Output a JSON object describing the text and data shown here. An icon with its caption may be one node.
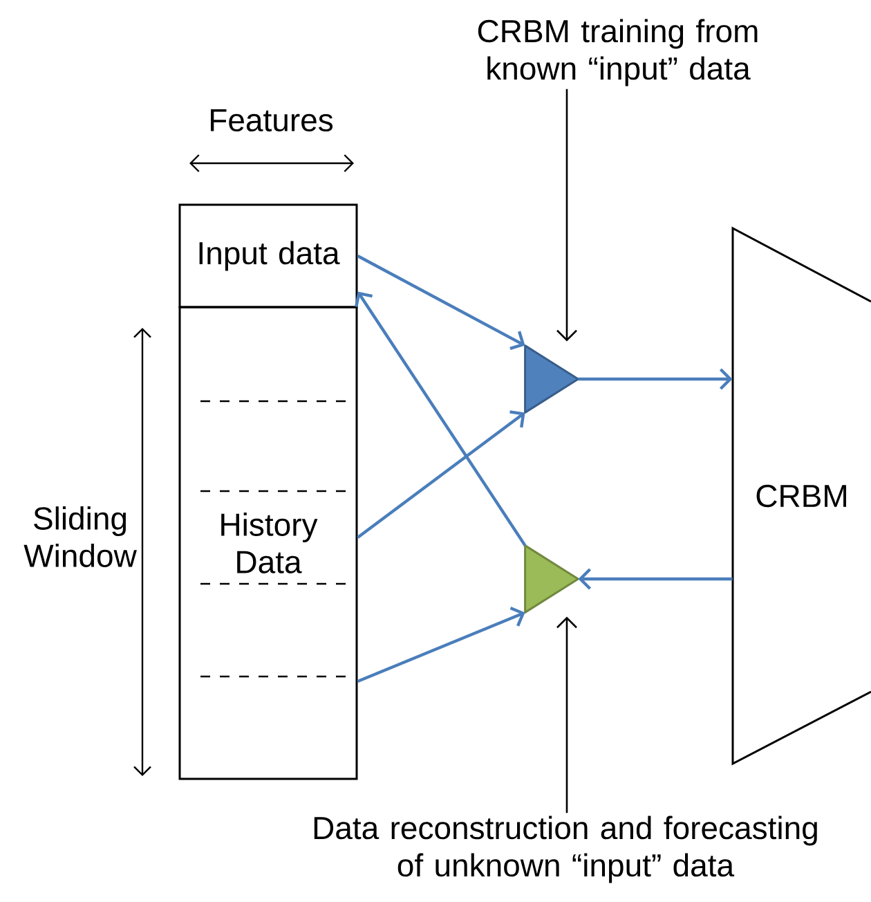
{
  "diagram": {
    "nodes": [
      {
        "text": [
          "Input data"
        ]
      },
      {
        "text": [
          "History Data"
        ]
      },
      {
        "text": [],
        "shape": "triangle"
      },
      {
        "text": [],
        "shape": "triangle"
      },
      {
        "text": [
          "CRBM"
        ]
      },
      {
        "text": [
          "CRBM training from known “input” data"
        ]
      },
      {
        "text": [
          "Data reconstruction and forecasting of unknown “input” data"
        ]
      }
    ],
    "edges": [
      {
        "from": 0,
        "to": 2,
        "arrow": "to"
      },
      {
        "from": 1,
        "to": 2,
        "arrow": "to"
      },
      {
        "from": 3,
        "to": 0,
        "arrow": "to"
      },
      {
        "from": 1,
        "to": 3,
        "arrow": "to"
      },
      {
        "from": 2,
        "to": 4,
        "arrow": "to"
      },
      {
        "from": 4,
        "to": 3,
        "arrow": "to"
      },
      {
        "from": 5,
        "to": 2,
        "arrow": "to",
        "color": "#000000"
      },
      {
        "from": 6,
        "to": 3,
        "arrow": "to",
        "color": "#000000"
      }
    ],
    "labels": [
      "Features",
      "Sliding Window"
    ]
  }
}
